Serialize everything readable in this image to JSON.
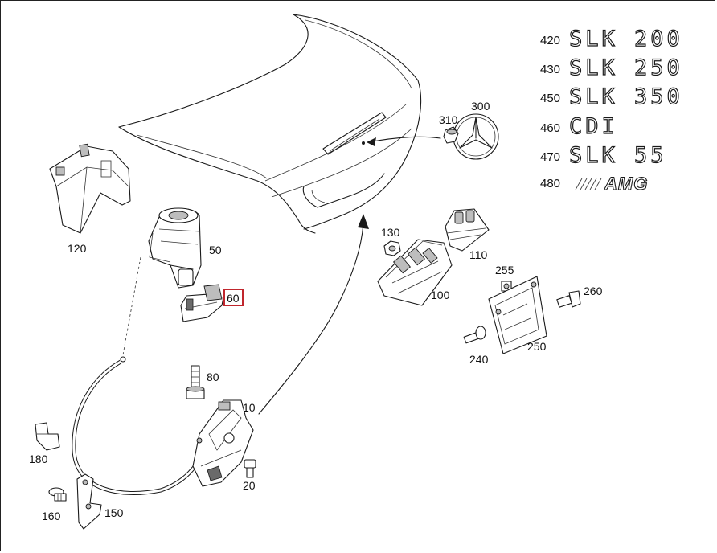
{
  "part_labels": {
    "p10": "10",
    "p20": "20",
    "p50": "50",
    "p60": "60",
    "p80": "80",
    "p100": "100",
    "p110": "110",
    "p120": "120",
    "p130": "130",
    "p150": "150",
    "p160": "160",
    "p180": "180",
    "p240": "240",
    "p250": "250",
    "p255": "255",
    "p260": "260",
    "p300": "300",
    "p310": "310"
  },
  "highlighted_part": "60",
  "highlight_color": "#c0262d",
  "badges": [
    {
      "code": "420",
      "text": "SLK 200"
    },
    {
      "code": "430",
      "text": "SLK 250"
    },
    {
      "code": "450",
      "text": "SLK 350"
    },
    {
      "code": "460",
      "text": "CDI"
    },
    {
      "code": "470",
      "text": "SLK 55"
    },
    {
      "code": "480",
      "text": "AMG"
    }
  ]
}
